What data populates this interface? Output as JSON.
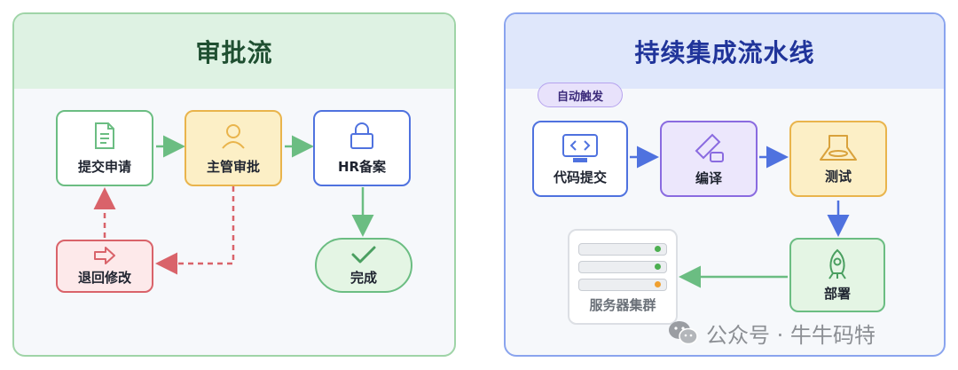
{
  "left_panel": {
    "title": "审批流",
    "nodes": {
      "submit": "提交申请",
      "manager": "主管审批",
      "hr": "HR备案",
      "revise": "退回修改",
      "done": "完成"
    }
  },
  "right_panel": {
    "title": "持续集成流水线",
    "badge": "自动触发",
    "nodes": {
      "commit": "代码提交",
      "compile": "编译",
      "test": "测试",
      "deploy": "部署",
      "cluster": "服务器集群"
    }
  },
  "watermark": "公众号 · 牛牛码特",
  "colors": {
    "green": "#6bbd82",
    "yellow": "#e9b44c",
    "blue": "#4f72df",
    "red": "#d9636a",
    "purple": "#8a6be0",
    "server_dot_green": "#4caf50",
    "server_dot_orange": "#f0a030"
  }
}
